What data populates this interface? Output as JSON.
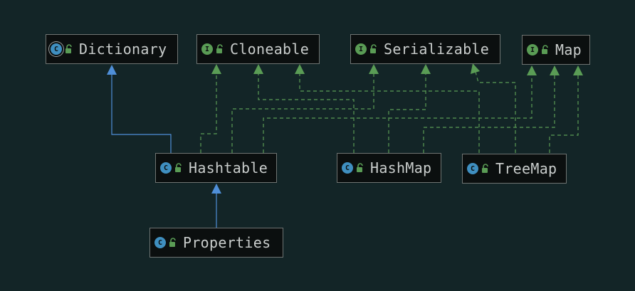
{
  "nodes": {
    "dictionary": {
      "name": "Dictionary",
      "kind": "abstract-class",
      "kind_glyph": "C"
    },
    "cloneable": {
      "name": "Cloneable",
      "kind": "interface",
      "kind_glyph": "I"
    },
    "serializable": {
      "name": "Serializable",
      "kind": "interface",
      "kind_glyph": "I"
    },
    "map": {
      "name": "Map",
      "kind": "interface",
      "kind_glyph": "I"
    },
    "hashtable": {
      "name": "Hashtable",
      "kind": "class",
      "kind_glyph": "C"
    },
    "hashmap": {
      "name": "HashMap",
      "kind": "class",
      "kind_glyph": "C"
    },
    "treemap": {
      "name": "TreeMap",
      "kind": "class",
      "kind_glyph": "C"
    },
    "properties": {
      "name": "Properties",
      "kind": "class",
      "kind_glyph": "C"
    }
  },
  "edges": [
    {
      "from": "Hashtable",
      "to": "Dictionary",
      "type": "extends"
    },
    {
      "from": "Hashtable",
      "to": "Cloneable",
      "type": "implements"
    },
    {
      "from": "Hashtable",
      "to": "Serializable",
      "type": "implements"
    },
    {
      "from": "Hashtable",
      "to": "Map",
      "type": "implements"
    },
    {
      "from": "HashMap",
      "to": "Cloneable",
      "type": "implements"
    },
    {
      "from": "HashMap",
      "to": "Serializable",
      "type": "implements"
    },
    {
      "from": "HashMap",
      "to": "Map",
      "type": "implements"
    },
    {
      "from": "TreeMap",
      "to": "Serializable",
      "type": "implements"
    },
    {
      "from": "TreeMap",
      "to": "Map",
      "type": "implements"
    },
    {
      "from": "Properties",
      "to": "Hashtable",
      "type": "extends"
    }
  ],
  "colors": {
    "background": "#132527",
    "node_fill": "#0b0f0f",
    "node_border": "#6f7472",
    "text": "#c9cdcc",
    "extends_line": "#4f8fd8",
    "implements_line": "#5a9c55",
    "class_badge": "#3f8fc0",
    "interface_badge": "#5a9c55"
  },
  "icons": {
    "class_badge": "class-icon",
    "interface_badge": "interface-icon",
    "visibility": "unlocked-padlock-icon"
  }
}
